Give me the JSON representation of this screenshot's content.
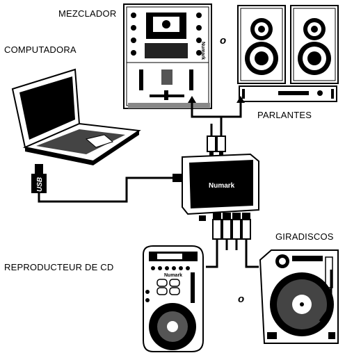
{
  "labels": {
    "mixer": "MEZCLADOR",
    "computer": "COMPUTADORA",
    "speakers": "PARLANTES",
    "turntable": "GIRADISCOS",
    "cd_player": "REPRODUCTEUR DE CD",
    "or_top": "o",
    "or_bottom": "o"
  },
  "device": {
    "interface_brand": "Numark",
    "mixer_brand": "Numark",
    "cd_brand": "Numark",
    "usb": "USB"
  }
}
